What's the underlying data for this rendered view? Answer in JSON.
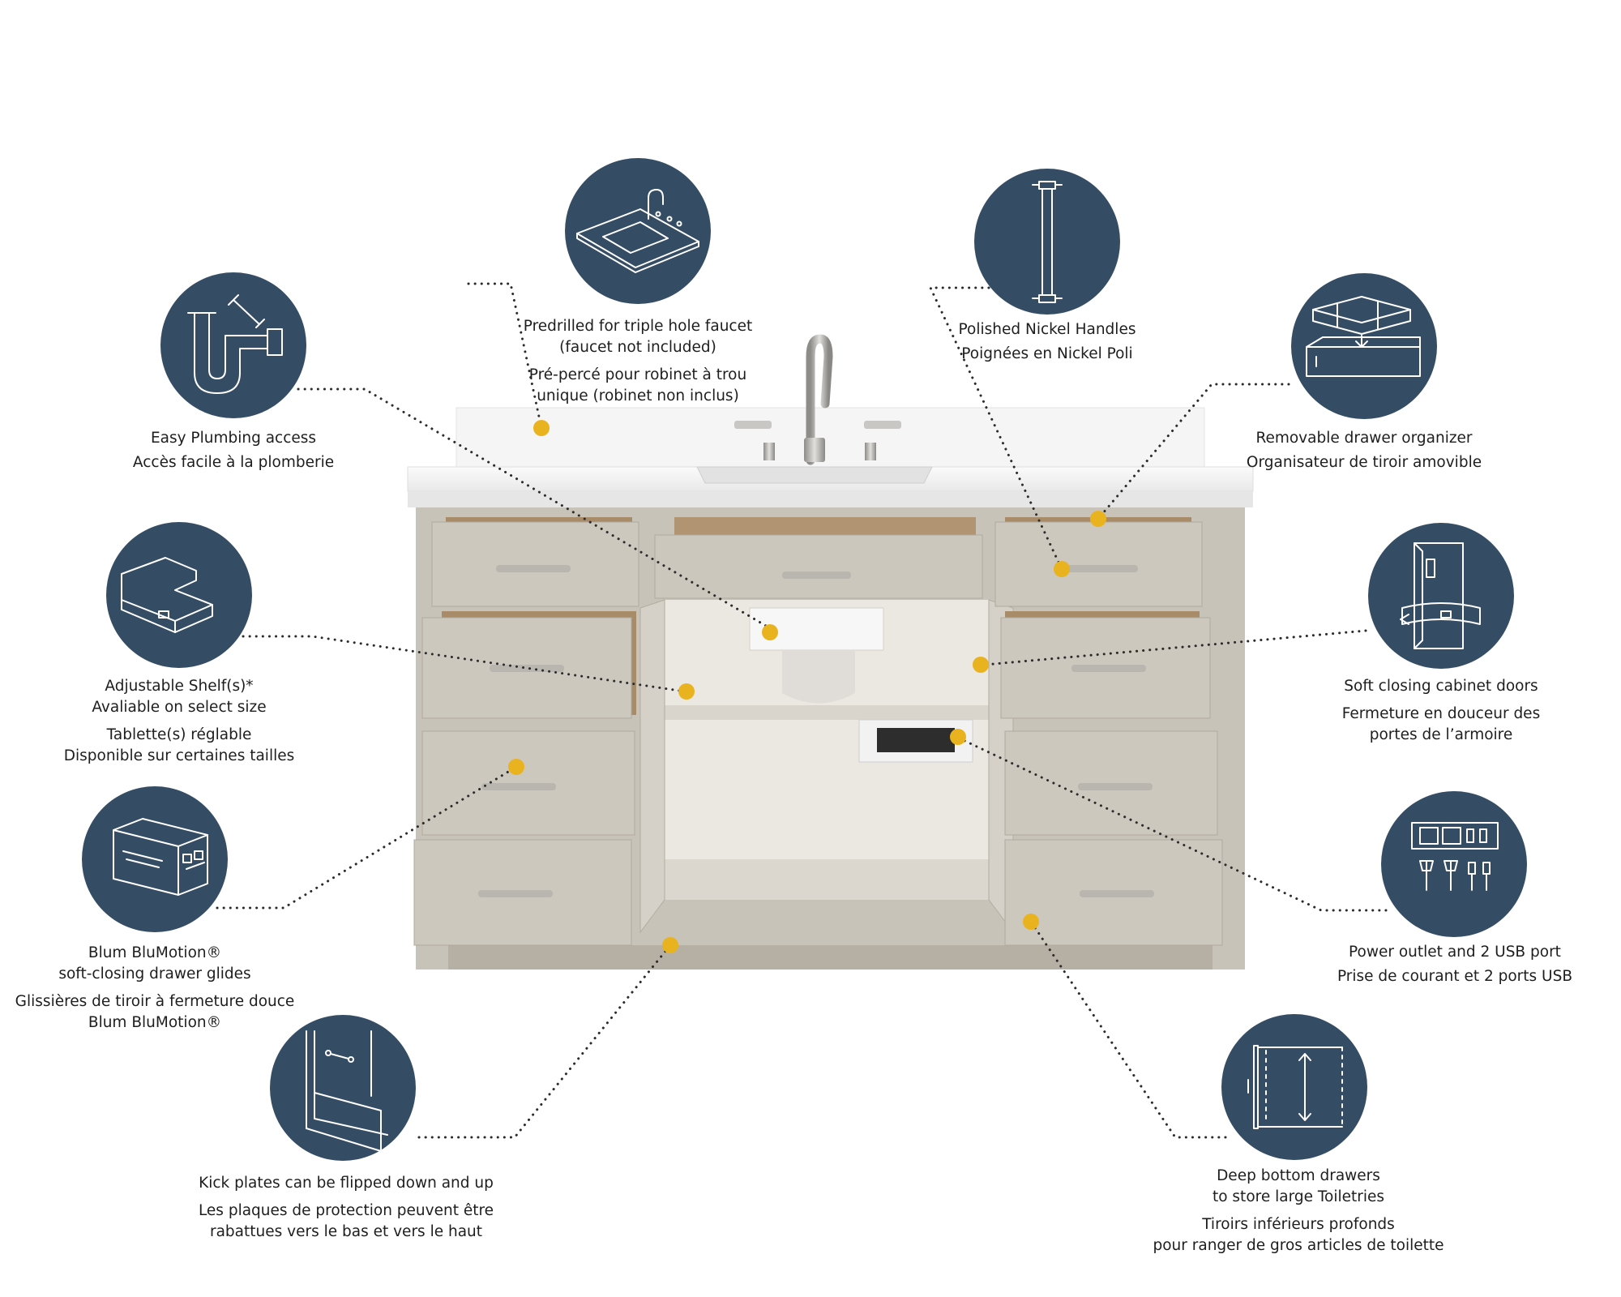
{
  "colors": {
    "circle": "#344c64",
    "icon_stroke": "#ffffff",
    "dot": "#e9b320",
    "line": "#2b2b2b",
    "cabinet": "#c6c1b7",
    "cabinet_shadow": "#aea89c",
    "countertop": "#f3f3f3",
    "interior": "#ebe7e1",
    "wood": "#a88c6a",
    "handle": "#b7b4ae"
  },
  "features": [
    {
      "key": "plumbing",
      "icon": "pipe-wrench-icon",
      "en": "Easy Plumbing access",
      "fr": "Accès facile à la plomberie"
    },
    {
      "key": "faucet",
      "icon": "faucet-countertop-icon",
      "en": "Predrilled for triple hole faucet\n(faucet not included)",
      "fr": "Pré-percé pour robinet à trou\nunique (robinet non inclus)"
    },
    {
      "key": "handles",
      "icon": "bar-handle-icon",
      "en": "Polished Nickel Handles",
      "fr": "Poignées en Nickel Poli"
    },
    {
      "key": "organizer",
      "icon": "drawer-organizer-icon",
      "en": "Removable drawer organizer",
      "fr": "Organisateur de tiroir amovible"
    },
    {
      "key": "shelf",
      "icon": "adjustable-shelf-icon",
      "en": "Adjustable Shelf(s)*\nAvaliable on select size",
      "fr": "Tablette(s) réglable\nDisponible sur certaines tailles"
    },
    {
      "key": "doors",
      "icon": "soft-close-door-icon",
      "en": "Soft closing cabinet doors",
      "fr": "Fermeture en douceur des\nportes de l’armoire"
    },
    {
      "key": "glides",
      "icon": "drawer-glide-icon",
      "en": "Blum BluMotion®\nsoft-closing drawer glides",
      "fr": "Glissières de tiroir à fermeture douce\nBlum BluMotion®"
    },
    {
      "key": "power",
      "icon": "power-outlet-usb-icon",
      "en": "Power outlet and 2 USB port",
      "fr": "Prise de courant et 2 ports USB"
    },
    {
      "key": "kick",
      "icon": "kick-plate-icon",
      "en": "Kick plates can be flipped down and up",
      "fr": "Les plaques de protection peuvent être\nrabattues vers le bas et vers le haut"
    },
    {
      "key": "deep",
      "icon": "deep-drawer-icon",
      "en": "Deep bottom drawers\nto store large Toiletries",
      "fr": "Tiroirs inférieurs profonds\npour ranger de gros articles de toilette"
    }
  ]
}
